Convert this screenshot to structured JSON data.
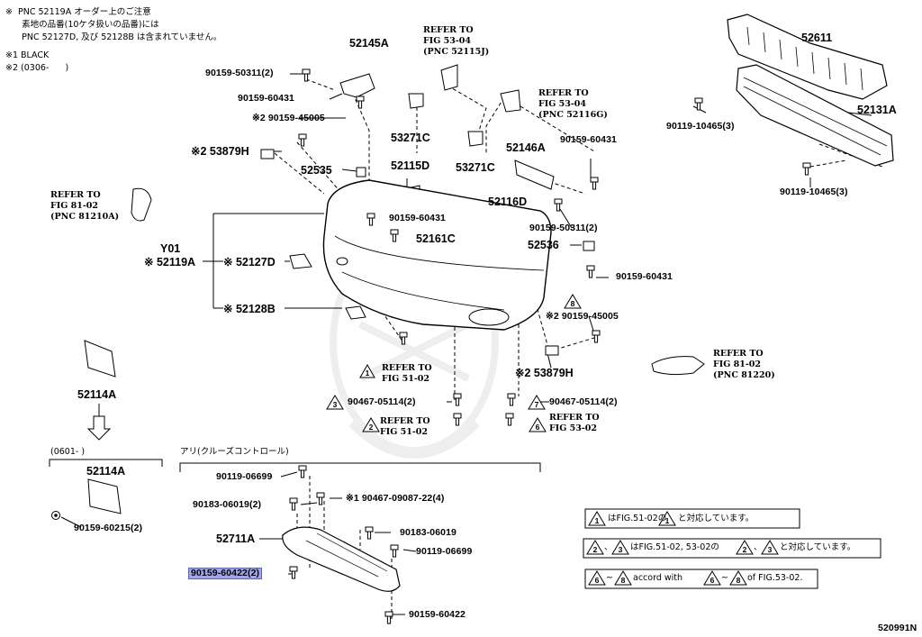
{
  "notes": {
    "line1": "※  PNC 52119A オーダー上のご注意",
    "line2": "      素地の品番(10ケタ扱いの品番)には",
    "line3": "      PNC 52127D, 及び 52128B は含まれていません。",
    "line4": "※1 BLACK",
    "line5": "※2 (0306-      )"
  },
  "parts": {
    "p52145A": "52145A",
    "p52611": "52611",
    "p52131A": "52131A",
    "p53271C_a": "53271C",
    "p53271C_b": "53271C",
    "p52146A": "52146A",
    "p52115D": "52115D",
    "p52535": "52535",
    "p53879H_a": "※2 53879H",
    "p52116D": "52116D",
    "p52161C": "52161C",
    "p52536": "52536",
    "y01": "Y01",
    "p52119A": "※ 52119A",
    "p52127D": "※ 52127D",
    "p52128B": "※ 52128B",
    "p52114A_a": "52114A",
    "p52114A_b": "52114A",
    "p53879H_b": "※2 53879H",
    "p52711A": "52711A"
  },
  "bolts": {
    "b1": "90159-50311(2)",
    "b2": "90159-60431",
    "b3": "※2 90159-45005",
    "b4": "90159-60431",
    "b5": "90119-10465(3)",
    "b6": "90119-10465(3)",
    "b7": "90159-60431",
    "b8": "90159-50311(2)",
    "b9": "90159-60431",
    "b10": "※2 90159-45005",
    "b11": "90467-05114(2)",
    "b12": "90467-05114(2)",
    "b13": "90159-60215(2)",
    "b14": "90119-06699",
    "b15": "90183-06019(2)",
    "b16": "※1 90467-09087-22(4)",
    "b17": "90183-06019",
    "b18": "90119-06699",
    "b19": "90159-60422(2)",
    "b20": "90159-60422"
  },
  "refs": {
    "r1": "REFER TO\nFIG 53-04\n(PNC 52115J)",
    "r2": "REFER TO\nFIG 53-04\n(PNC 52116G)",
    "r3": "REFER TO\nFIG 81-02\n(PNC 81210A)",
    "r4": "REFER TO\nFIG 81-02\n(PNC 81220)",
    "r5": "REFER TO\nFIG 51-02",
    "r6": "REFER TO\nFIG 51-02",
    "r7": "REFER TO\nFIG 53-02"
  },
  "triangles": {
    "t1": "1",
    "t2": "2",
    "t3": "3",
    "t6": "6",
    "t7": "7",
    "t8": "8"
  },
  "sections": {
    "s1": "(0601-      )",
    "s2": "アリ(クルーズコントロール)"
  },
  "legend": {
    "l1_tri_a": "1",
    "l1_text_a": "はFIG.51-02の",
    "l1_tri_b": "1",
    "l1_text_b": "と対応しています。",
    "l2_tri_a": "2",
    "l2_sep": "、",
    "l2_tri_b": "3",
    "l2_text_a": "はFIG.51-02, 53-02の",
    "l2_tri_c": "2",
    "l2_sep2": "、",
    "l2_tri_d": "3",
    "l2_text_b": "と対応しています。",
    "l3_tri_a": "6",
    "l3_sep": "~",
    "l3_tri_b": "8",
    "l3_text_a": " accord with ",
    "l3_tri_c": "6",
    "l3_sep2": "~",
    "l3_tri_d": "8",
    "l3_text_b": " of FIG.53-02."
  },
  "figure_id": "520991N"
}
